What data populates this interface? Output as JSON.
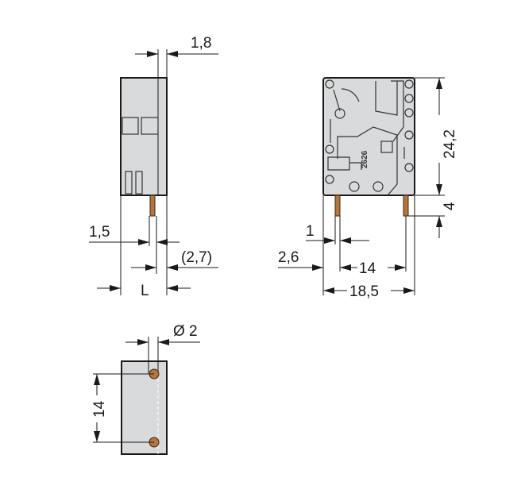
{
  "colors": {
    "housing": "#d9dadb",
    "pin": "#b8743a",
    "lines": "#1a1a1a"
  },
  "side_view": {
    "dim_top": "1,8",
    "dim_pin": "1,5",
    "dim_offset": "(2,7)",
    "dim_length": "L"
  },
  "front_view": {
    "dim_height": "24,2",
    "dim_pin_length": "4",
    "dim_pin_width": "1",
    "dim_edge": "2,6",
    "dim_pitch": "14",
    "dim_width": "18,5",
    "marking": "2626"
  },
  "bottom_view": {
    "dim_hole": "Ø 2",
    "dim_pitch": "14"
  }
}
